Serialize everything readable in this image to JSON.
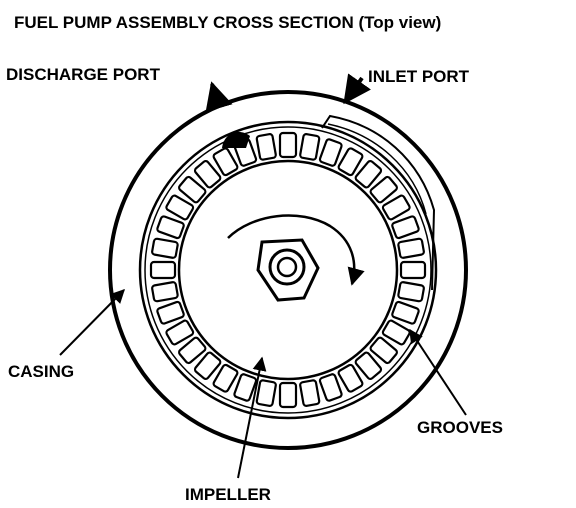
{
  "diagram": {
    "title": "FUEL PUMP ASSEMBLY CROSS SECTION (Top view)",
    "labels": {
      "discharge_port": "DISCHARGE PORT",
      "inlet_port": "INLET PORT",
      "casing": "CASING",
      "grooves": "GROOVES",
      "impeller": "IMPELLER"
    },
    "impeller_groove_count": 36,
    "colors": {
      "ink": "#000000",
      "paper": "#ffffff"
    },
    "icons": [
      "discharge-arrow-icon",
      "inlet-arrow-icon",
      "rotation-arrow-icon"
    ]
  }
}
